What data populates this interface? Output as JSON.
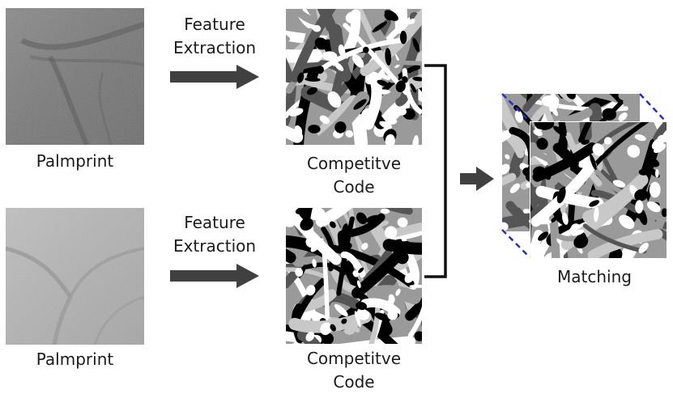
{
  "top_row": {
    "input_label": "Palmprint",
    "process_label_line1": "Feature",
    "process_label_line2": "Extraction",
    "output_label_line1": "Competitve",
    "output_label_line2": "Code"
  },
  "bottom_row": {
    "input_label": "Palmprint",
    "process_label_line1": "Feature",
    "process_label_line2": "Extraction",
    "output_label_line1": "Competitve",
    "output_label_line2": "Code"
  },
  "matching_label": "Matching",
  "colors": {
    "arrow": "#404040",
    "bracket": "#111111",
    "dashed_edge": "#1f2fd0",
    "code_palette": [
      "#000000",
      "#555555",
      "#9a9a9a",
      "#c8c8c8",
      "#ffffff"
    ],
    "palm_top_tone": "#7a7a7a",
    "palm_bottom_tone": "#b6b6b6"
  }
}
